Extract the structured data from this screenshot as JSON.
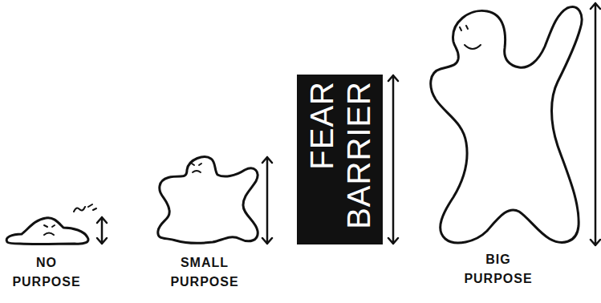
{
  "diagram": {
    "nodes": [
      {
        "text": [
          "NO PURPOSE"
        ]
      },
      {
        "text": [
          "SMALL PURPOSE"
        ]
      },
      {
        "text": [
          "FEAR BARRIER"
        ]
      },
      {
        "text": [
          "BIG PURPOSE"
        ]
      }
    ]
  }
}
